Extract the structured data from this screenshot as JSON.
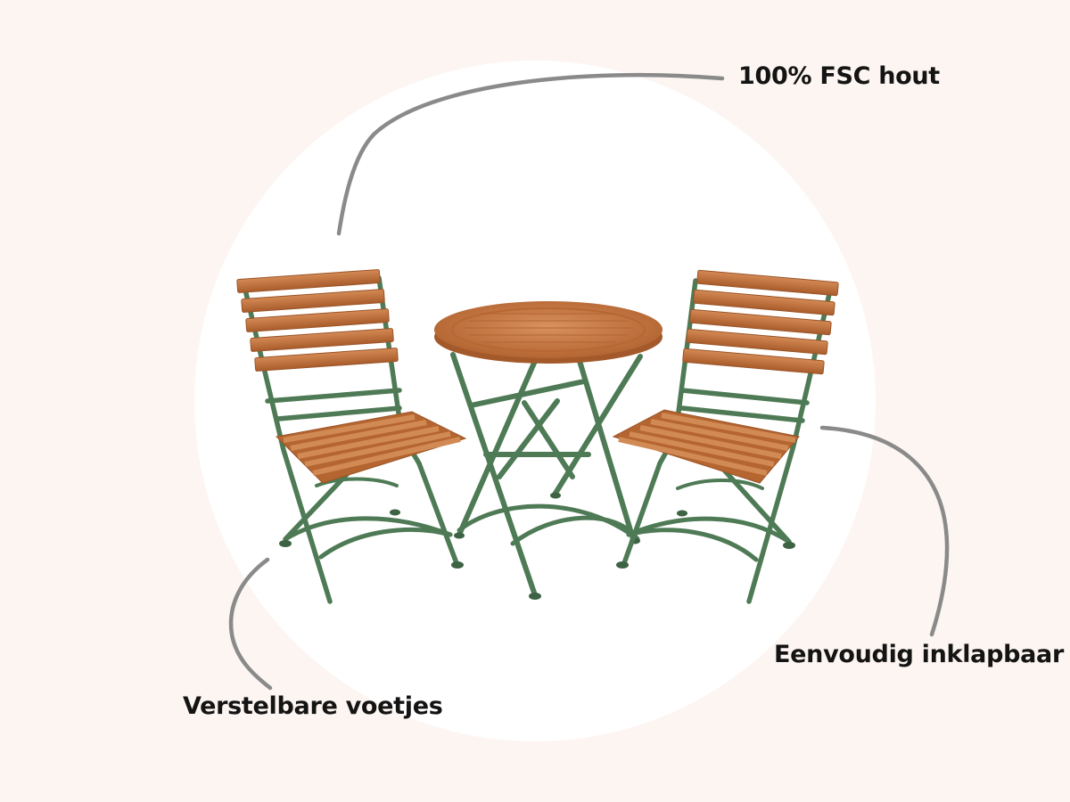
{
  "annotations": {
    "wood": "100% FSC hout",
    "folding": "Eenvoudig inklapbaar",
    "feet": "Verstelbare voetjes"
  },
  "colors": {
    "background": "#fdf5f1",
    "spotlight": "#ffffff",
    "callout_line": "#8a8a8a",
    "frame": "#4e7a55",
    "frame_dark": "#3d6244",
    "wood": "#c0703a",
    "wood_light": "#d08752",
    "wood_dark": "#9a5528",
    "text": "#141414"
  },
  "objects": [
    "bistro-table",
    "folding-chair-left",
    "folding-chair-right"
  ]
}
